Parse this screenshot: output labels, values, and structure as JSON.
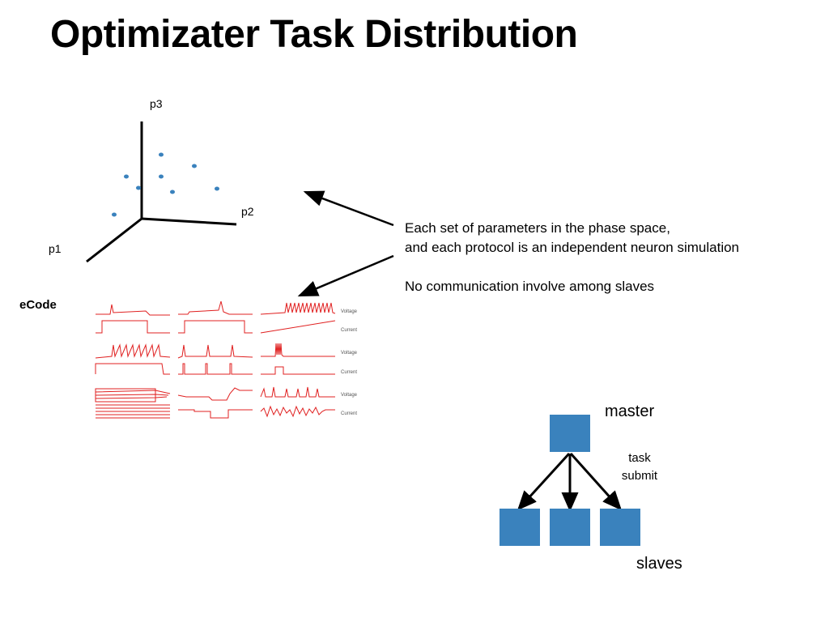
{
  "title": "Optimizater Task Distribution",
  "phase_space": {
    "axis_labels": {
      "p1": "p1",
      "p2": "p2",
      "p3": "p3"
    },
    "point_color": "#3a82bd"
  },
  "ecode": {
    "label": "eCode",
    "trace_color": "#e02020",
    "row_labels": [
      {
        "voltage": "Voltage",
        "current": "Current"
      },
      {
        "voltage": "Voltage",
        "current": "Current"
      },
      {
        "voltage": "Voltage",
        "current": "Current"
      }
    ]
  },
  "description": {
    "line1": "Each set of parameters in the phase space,",
    "line2": "and each protocol is an independent neuron simulation",
    "line3": "No communication involve among slaves"
  },
  "cluster": {
    "master_label": "master",
    "edge_label_line1": "task",
    "edge_label_line2": "submit",
    "slaves_label": "slaves",
    "node_color": "#3a82bd"
  }
}
